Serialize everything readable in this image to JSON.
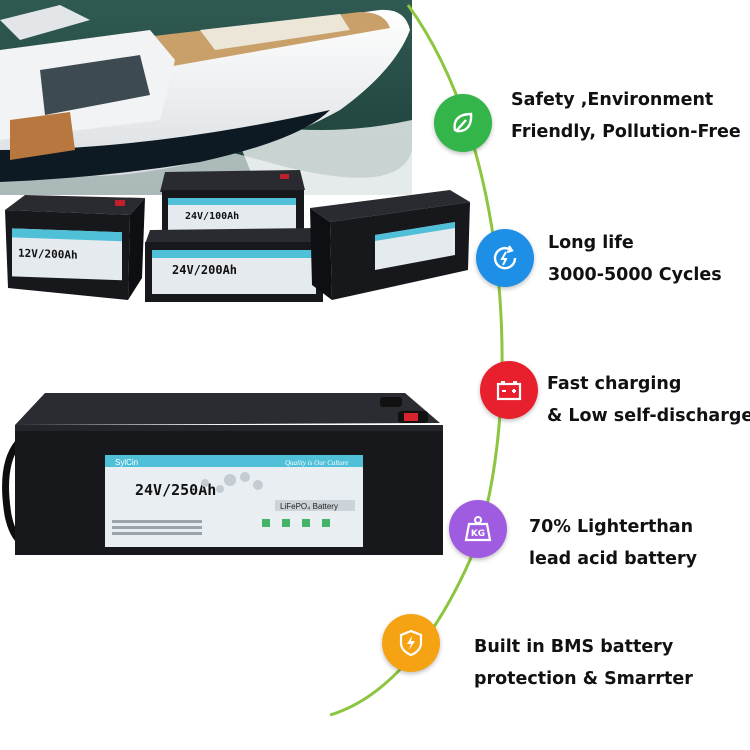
{
  "features": [
    {
      "icon": "leaf-icon",
      "color": "#33b54a",
      "line1": "Safety ,Environment",
      "line2": "Friendly, Pollution-Free"
    },
    {
      "icon": "cycle-icon",
      "color": "#1e8fe6",
      "line1": "Long life",
      "line2": "3000-5000 Cycles"
    },
    {
      "icon": "battery-charge-icon",
      "color": "#e8202e",
      "line1": "Fast charging",
      "line2": "& Low self-discharge"
    },
    {
      "icon": "weight-icon",
      "color": "#a05ce0",
      "icon_text": "KG",
      "line1": "70% Lighterthan",
      "line2": "lead acid battery"
    },
    {
      "icon": "shield-bolt-icon",
      "color": "#f5a312",
      "line1": "Built in BMS battery",
      "line2": "protection & Smarrter"
    }
  ],
  "batteries": {
    "brand": "SylCin",
    "small_1": "12V/200Ah",
    "small_2": "24V/100Ah",
    "small_3": "24V/200Ah",
    "main_label": "24V/250Ah",
    "main_tagline": "Quality is Our Culture",
    "main_chem": "LiFePO₄ Battery"
  },
  "colors": {
    "curve": "#8cc63f",
    "battery_body": "#16171b",
    "label_bg": "#e9eef2",
    "label_accent": "#4fc0d8"
  }
}
